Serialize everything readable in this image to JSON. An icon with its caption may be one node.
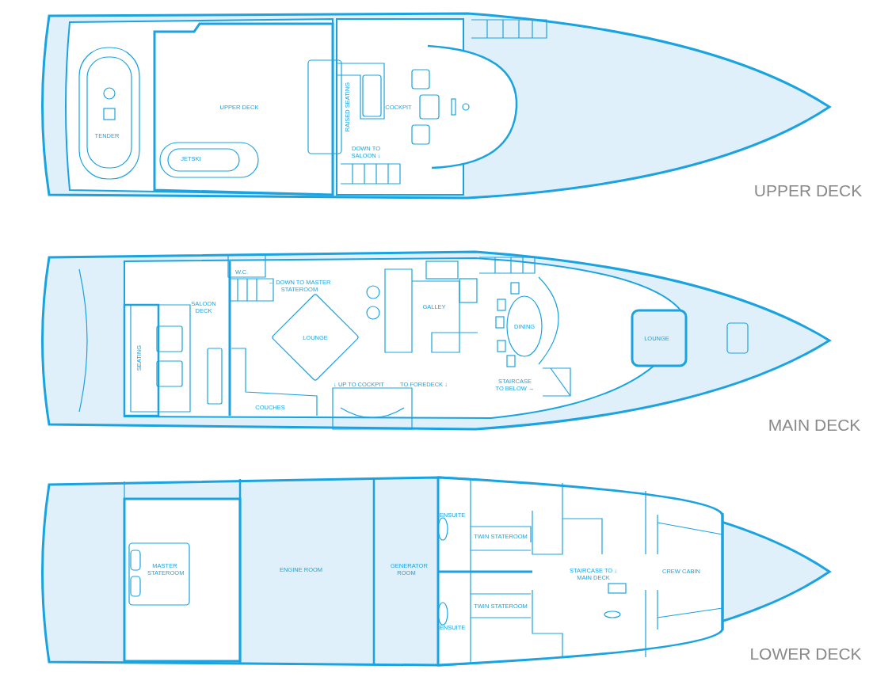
{
  "diagram": {
    "labels": [
      "UPPER DECK",
      "RAISED SEATING",
      "COCKPIT",
      "TENDER",
      "DOWN TO SALOON ↓",
      "JETSKI",
      "UPPER DECK",
      "W.C.",
      "← DOWN TO MASTER STATEROOM",
      "GALLEY",
      "SALOON DECK",
      "DINING",
      "LOUNGE",
      "LOUNGE",
      "SEATING",
      "↓ UP TO COCKPIT",
      "TO FOREDECK ↓",
      "STAIRCASE TO BELOW →",
      "COUCHES",
      "MAIN DECK",
      "ENSUITE",
      "TWIN STATEROOM",
      "STAIRCASE TO ↓ MAIN DECK",
      "CREW CABIN",
      "MASTER STATEROOM",
      "ENGINE ROOM",
      "GENERATOR ROOM",
      "TWIN STATEROOM",
      "ENSUITE",
      "LOWER DECK"
    ]
  }
}
